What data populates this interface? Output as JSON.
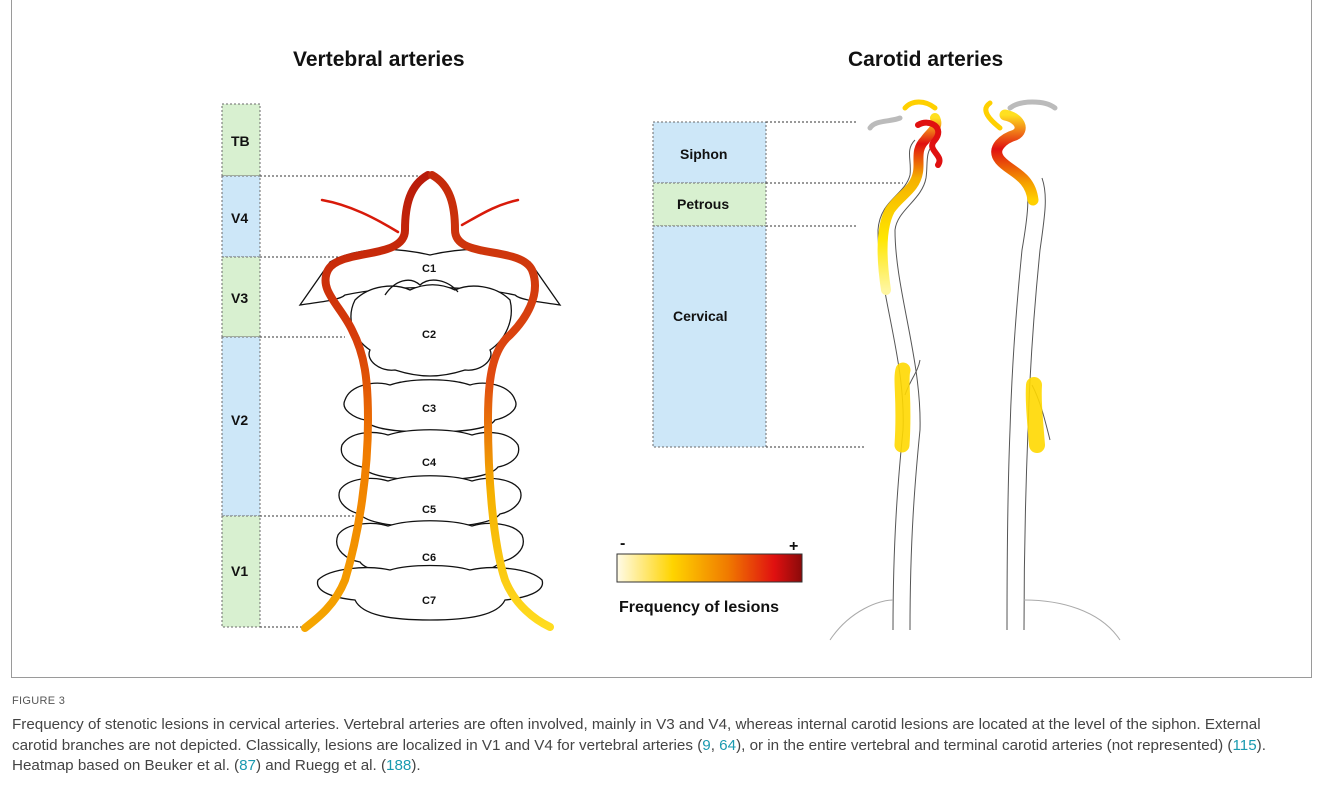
{
  "figure": {
    "vertebral_title": "Vertebral arteries",
    "carotid_title": "Carotid arteries",
    "vertebral_segments": [
      "TB",
      "V4",
      "V3",
      "V2",
      "V1"
    ],
    "vertebrae": [
      "C1",
      "C2",
      "C3",
      "C4",
      "C5",
      "C6",
      "C7"
    ],
    "carotid_segments": [
      "Siphon",
      "Petrous",
      "Cervical"
    ],
    "legend": {
      "minus": "-",
      "plus": "+",
      "title": "Frequency of lesions"
    },
    "colors": {
      "vertebral_bar": "#d8f0d0",
      "vertebral_alt": "#cde7f8",
      "carotid_blue": "#cde7f8",
      "carotid_green": "#d8f0d0"
    }
  },
  "caption": {
    "label": "FIGURE 3",
    "parts": [
      "Frequency of stenotic lesions in cervical arteries. Vertebral arteries are often involved, mainly in V3 and V4, whereas internal carotid lesions are located at the level of the siphon. External carotid branches are not depicted. Classically, lesions are localized in V1 and V4 for vertebral arteries (",
      "9",
      ", ",
      "64",
      "), or in the entire vertebral and terminal carotid arteries (not represented) (",
      "115",
      "). Heatmap based on Beuker et al. (",
      "87",
      ") and Ruegg et al. (",
      "188",
      ")."
    ]
  }
}
